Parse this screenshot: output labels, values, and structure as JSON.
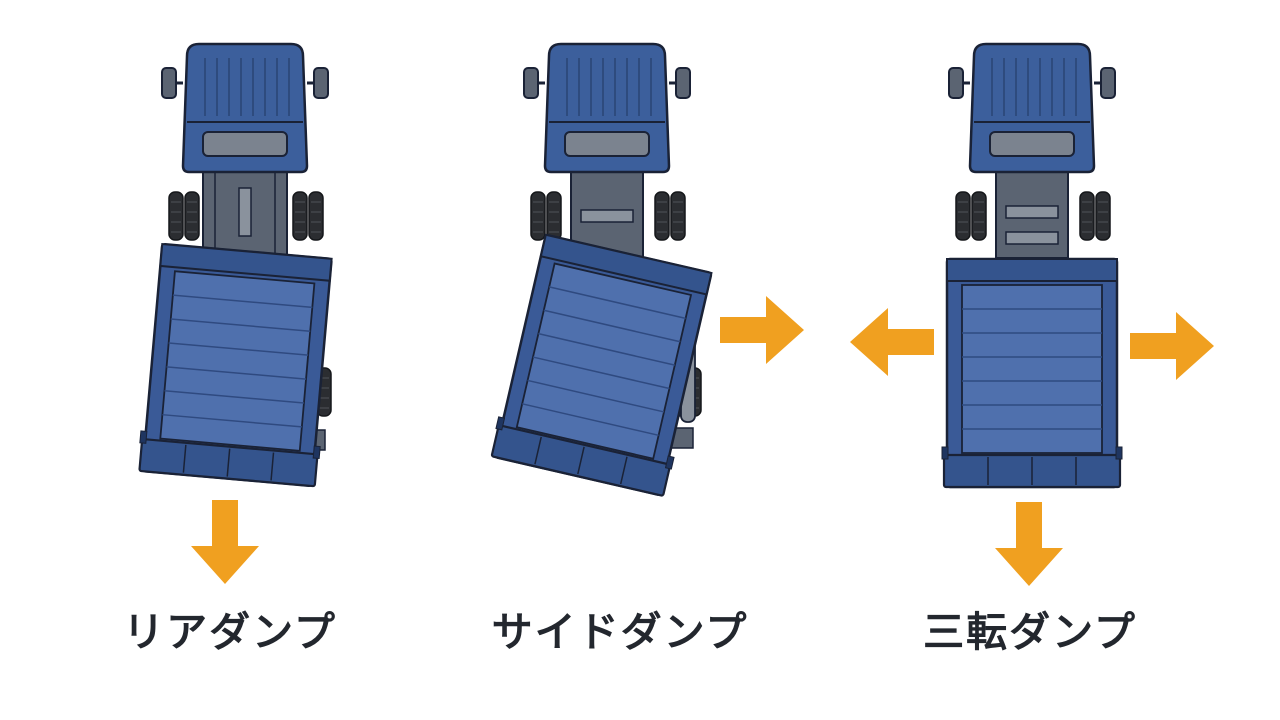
{
  "colors": {
    "body_blue": "#3c5f9c",
    "body_dark": "#1f3560",
    "outline": "#1a2236",
    "bed_blue": "#3a5a97",
    "bed_light": "#5577b3",
    "tire": "#2b2d31",
    "frame_gray": "#5b6472",
    "arrow_orange": "#f0a020",
    "caption_text": "#23272e"
  },
  "trucks": [
    {
      "id": "rear",
      "label": "リアダンプ",
      "bed_tilt": "rear",
      "arrow_directions": [
        "down"
      ],
      "arrow_icon": "down-arrow-icon"
    },
    {
      "id": "side",
      "label": "サイドダンプ",
      "bed_tilt": "side",
      "arrow_directions": [
        "right"
      ],
      "arrow_icon": "right-arrow-icon"
    },
    {
      "id": "three",
      "label": "三転ダンプ",
      "bed_tilt": "none",
      "arrow_directions": [
        "left",
        "right",
        "down"
      ],
      "arrow_icon": "multi-direction-arrow-icon"
    }
  ]
}
